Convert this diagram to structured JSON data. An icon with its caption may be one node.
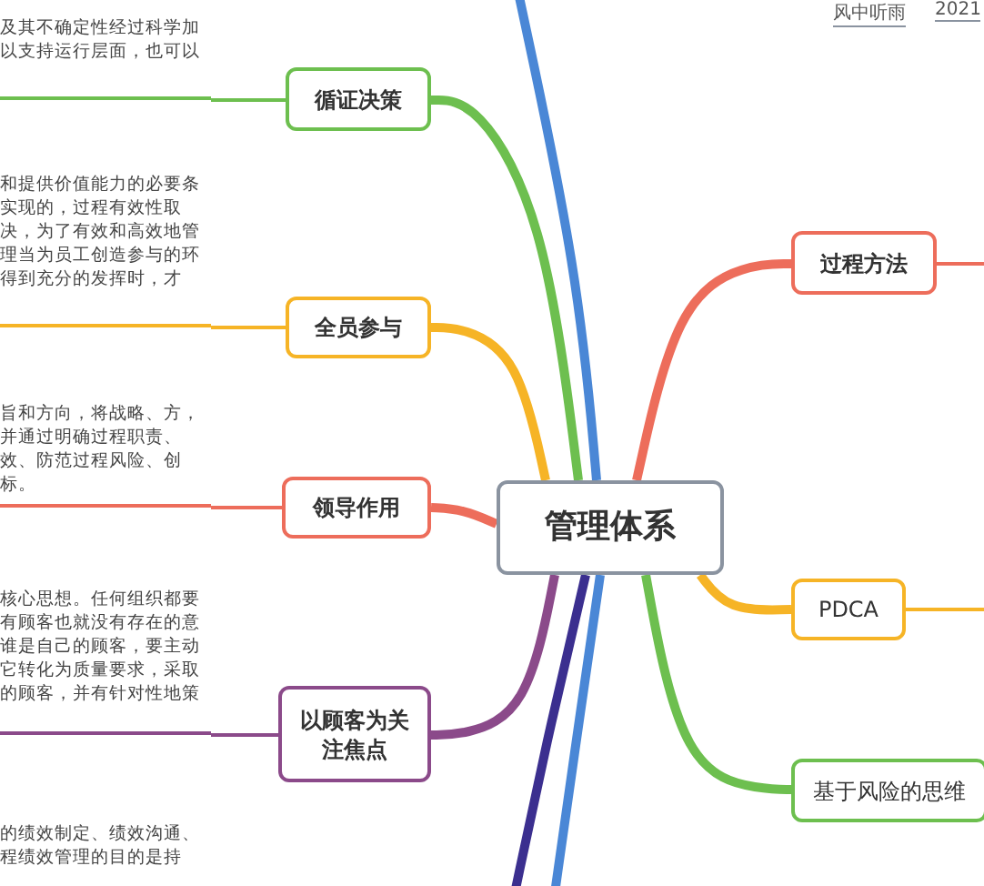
{
  "diagram": {
    "nodes": [
      {
        "text": [
          "管理体系"
        ]
      },
      {
        "text": [
          "循证决策"
        ]
      },
      {
        "text": [
          "及其不确定性经过科学加以支持运行层面，也可以"
        ]
      },
      {
        "text": [
          "全员参与"
        ]
      },
      {
        "text": [
          "和提供价值能力的必要条实现的，过程有效性取决，为了有效和高效地管理当为员工创造参与的环得到充分的发挥时，才"
        ]
      },
      {
        "text": [
          "领导作用"
        ]
      },
      {
        "text": [
          "旨和方向，将战略、方，并通过明确过程职责、效、防范过程风险、创标。"
        ]
      },
      {
        "text": [
          "以顾客为关注焦点"
        ]
      },
      {
        "text": [
          "核心思想。任何组织都要有顾客也就没有存在的意谁是自己的顾客，要主动它转化为质量要求，采取的顾客，并有针对性地策"
        ]
      },
      {
        "text": [
          "过程方法"
        ]
      },
      {
        "text": [
          "PDCA"
        ]
      },
      {
        "text": [
          "基于风险的思维"
        ]
      }
    ],
    "edges": [
      {
        "from": 0,
        "to": 1,
        "arrow": "none",
        "color": "#6dbf4f"
      },
      {
        "from": 0,
        "to": 3,
        "arrow": "none",
        "color": "#f6b426"
      },
      {
        "from": 0,
        "to": 5,
        "arrow": "none",
        "color": "#ed6d5b"
      },
      {
        "from": 0,
        "to": 7,
        "arrow": "none",
        "color": "#8b4a8a"
      },
      {
        "from": 0,
        "to": 9,
        "arrow": "none",
        "color": "#ed6d5b"
      },
      {
        "from": 0,
        "to": 10,
        "arrow": "none",
        "color": "#f6b426"
      },
      {
        "from": 0,
        "to": 11,
        "arrow": "none",
        "color": "#6dbf4f"
      },
      {
        "from": null,
        "to": 0,
        "arrow": "none",
        "color": "#4a87d6"
      },
      {
        "from": 0,
        "to": null,
        "arrow": "none",
        "color": "#4a87d6"
      },
      {
        "from": 0,
        "to": null,
        "arrow": "none",
        "color": "#3b2f8f"
      },
      {
        "from": 1,
        "to": 2,
        "arrow": "none",
        "color": "#6dbf4f"
      },
      {
        "from": 3,
        "to": 4,
        "arrow": "none",
        "color": "#f6b426"
      },
      {
        "from": 5,
        "to": 6,
        "arrow": "none",
        "color": "#ed6d5b"
      },
      {
        "from": 7,
        "to": 8,
        "arrow": "none",
        "color": "#8b4a8a"
      },
      {
        "from": 9,
        "to": null,
        "arrow": "none",
        "color": "#ed6d5b"
      },
      {
        "from": 10,
        "to": null,
        "arrow": "none",
        "color": "#f6b426"
      }
    ],
    "labels": [
      "风中听雨",
      "2021",
      "的绩效制定、绩效沟通、程绩效管理的目的是持"
    ]
  }
}
